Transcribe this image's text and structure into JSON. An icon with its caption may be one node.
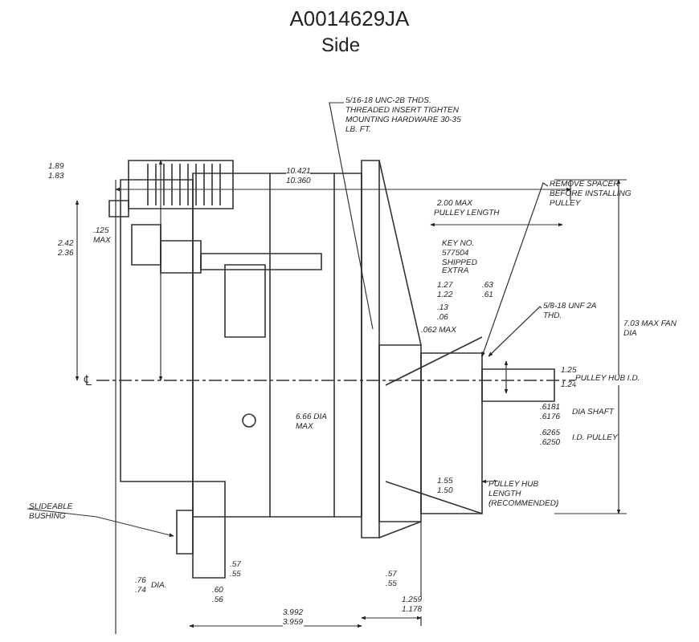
{
  "diagram": {
    "title": "A0014629JA",
    "nodes": [
      {
        "text": [
          "5/16-18 UNC-2B THDS. THREADED INSERT TIGHTEN MOUNTING HARDWARE 30-35 LB. FT."
        ]
      },
      {
        "text": [
          "REMOVE SPACER BEFORE INSTALLING PULLEY"
        ]
      },
      {
        "text": [
          "5/8-18 UNF 2A THD."
        ]
      },
      {
        "text": [
          "SLIDEABLE BUSHING"
        ]
      }
    ],
    "edges": [
      {
        "from": 0,
        "to": null,
        "arrow": "none"
      },
      {
        "from": 1,
        "to": null,
        "arrow": "to"
      },
      {
        "from": 2,
        "to": null,
        "arrow": "to"
      },
      {
        "from": 3,
        "to": null,
        "arrow": "to"
      }
    ],
    "labels": [
      "Side",
      "10.421",
      "10.360",
      "2.00 MAX",
      "PULLEY LENGTH",
      "KEY NO. 577504 SHIPPED EXTRA",
      "1.27",
      "1.22",
      ".63",
      ".61",
      ".13",
      ".06",
      ".062 MAX",
      "7.03 MAX FAN DIA",
      "1.25",
      "1.24",
      "PULLEY HUB I.D.",
      ".6181",
      ".6176",
      "DIA SHAFT",
      ".6265",
      ".6250",
      "I.D. PULLEY",
      "1.55",
      "1.50",
      "PULLEY HUB LENGTH (RECOMMENDED)",
      "6.66 DIA MAX",
      "1.89",
      "1.83",
      "2.42",
      "2.36",
      ".125",
      "MAX",
      "℄",
      ".57",
      ".55",
      ".60",
      ".56",
      ".76",
      ".74",
      "DIA.",
      "3.992",
      "3.959",
      ".57",
      ".55",
      "1.259",
      "1.178"
    ]
  }
}
